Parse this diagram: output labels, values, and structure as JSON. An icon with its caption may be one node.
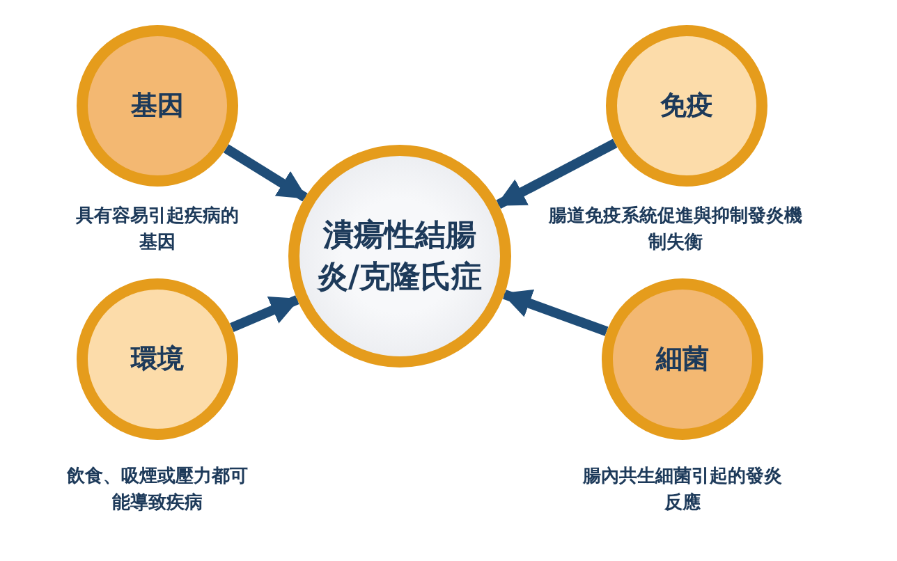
{
  "diagram": {
    "nodes": [
      {
        "text": [
          "基因"
        ],
        "beside": [
          "具有容易引起疾病的基因"
        ]
      },
      {
        "text": [
          "免疫"
        ],
        "beside": [
          "腸道免疫系統促進與抑制發炎機制失衡"
        ]
      },
      {
        "text": [
          "潰瘍性結腸炎/克隆氏症"
        ]
      },
      {
        "text": [
          "環境"
        ],
        "beside": [
          "飲食、吸煙或壓力都可能導致疾病"
        ]
      },
      {
        "text": [
          "細菌"
        ],
        "beside": [
          "腸內共生細菌引起的發炎反應"
        ]
      }
    ],
    "edges": [
      {
        "from": 0,
        "to": 2,
        "arrow": "to"
      },
      {
        "from": 1,
        "to": 2,
        "arrow": "to"
      },
      {
        "from": 3,
        "to": 2,
        "arrow": "to"
      },
      {
        "from": 4,
        "to": 2,
        "arrow": "to"
      }
    ]
  }
}
